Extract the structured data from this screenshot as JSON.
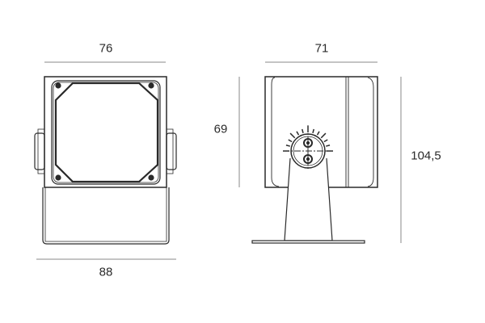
{
  "dimensions": {
    "front_width": "76",
    "side_depth": "71",
    "body_height": "69",
    "total_height": "104,5",
    "bracket_width": "88"
  },
  "colors": {
    "line": "#2a2a2a",
    "dim_line": "#888888"
  }
}
